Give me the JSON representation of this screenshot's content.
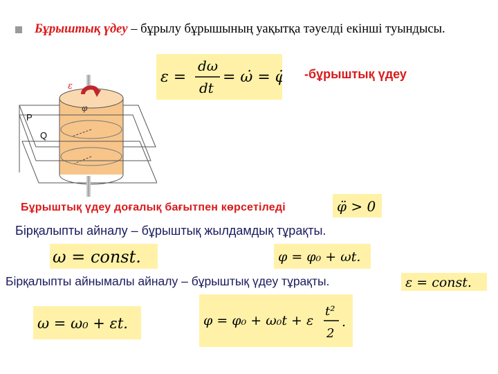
{
  "intro": {
    "term": "Бұрыштық үдеу",
    "definition": " – бұрылу бұрышының уақытқа тәуелді екінші туындысы."
  },
  "side_label": "-бұрыштық үдеу",
  "diagram": {
    "epsilon_label": "ε",
    "phi_label": "φ",
    "plane_p_label": "P",
    "plane_q_label": "Q"
  },
  "note1": "Бұрыштық үдеу доғалық бағытпен көрсетіледі",
  "line2": {
    "term": "Бірқалыпты айналу",
    "text": " – бұрыштық жылдамдық тұрақты."
  },
  "line3": {
    "term": "Бірқалыпты айнымалы айналу",
    "text": " – бұрыштық үдеу тұрақты."
  },
  "formulas": {
    "epsilon_lhs": "ε =",
    "dw": "dω",
    "dt": "dt",
    "epsilon_rhs": "= ω̇ = φ̈",
    "phi_ddot_gt": "φ̈ > 0",
    "omega_const": "ω = const.",
    "phi_linear": "φ = φ₀ + ωt.",
    "epsilon_const": "ε = const.",
    "omega_linear": "ω = ω₀ + εt.",
    "phi_quad_lhs": "φ = φ₀ + ω₀t + ε",
    "t2": "t²",
    "two": "2",
    "dot": "."
  },
  "colors": {
    "highlight": "#fff2a8",
    "red": "#d91a1a",
    "navy": "#1a1a5e"
  }
}
